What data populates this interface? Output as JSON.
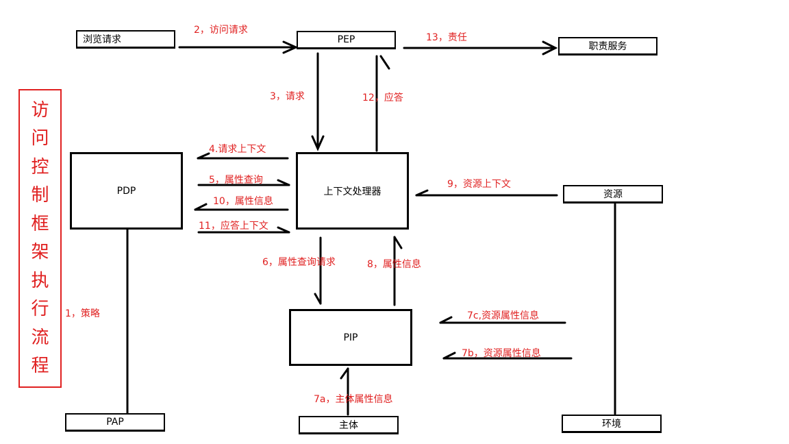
{
  "title": [
    "访",
    "问",
    "控",
    "制",
    "框",
    "架",
    "执",
    "行",
    "流",
    "程"
  ],
  "colors": {
    "accent": "#e02020",
    "line": "#000000"
  },
  "nodes": {
    "browse": "浏览请求",
    "pep": "PEP",
    "duty": "职责服务",
    "pdp": "PDP",
    "ctx": "上下文处理器",
    "resource": "资源",
    "pip": "PIP",
    "pap": "PAP",
    "subject": "主体",
    "env": "环境"
  },
  "edges": {
    "e1": "1，策略",
    "e2": "2，访问请求",
    "e3": "3，请求",
    "e4": "4.请求上下文",
    "e5": "5，属性查询",
    "e6": "6，属性查询请求",
    "e7a": "7a，主体属性信息",
    "e7b": "7b，资源属性信息",
    "e7c": "7c,资源属性信息",
    "e8": "8，属性信息",
    "e9": "9，资源上下文",
    "e10": "10，属性信息",
    "e11": "11，应答上下文",
    "e12": "12，应答",
    "e13": "13，责任"
  }
}
